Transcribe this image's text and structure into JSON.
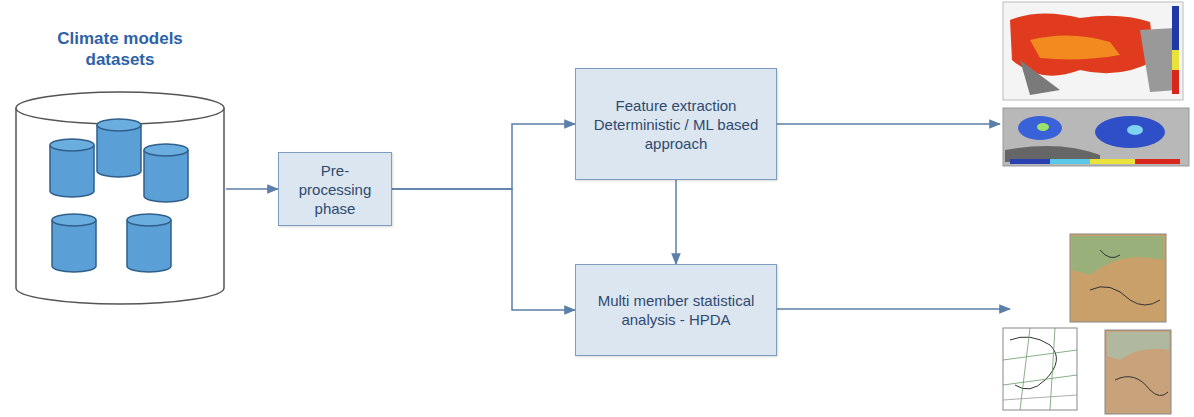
{
  "diagram": {
    "nodes": [
      {
        "text": [
          "Climate models datasets"
        ]
      },
      {
        "text": [
          "Pre-processing phase"
        ]
      },
      {
        "text": [
          "Feature extraction Deterministic / ML based approach"
        ]
      },
      {
        "text": [
          "Multi member statistical analysis - HPDA"
        ]
      }
    ],
    "edges": [
      {
        "from": 0,
        "to": 1,
        "arrow": "to"
      },
      {
        "from": 1,
        "to": 2,
        "arrow": "to"
      },
      {
        "from": 1,
        "to": 3,
        "arrow": "to"
      },
      {
        "from": 2,
        "to": 3,
        "arrow": "to"
      }
    ]
  }
}
